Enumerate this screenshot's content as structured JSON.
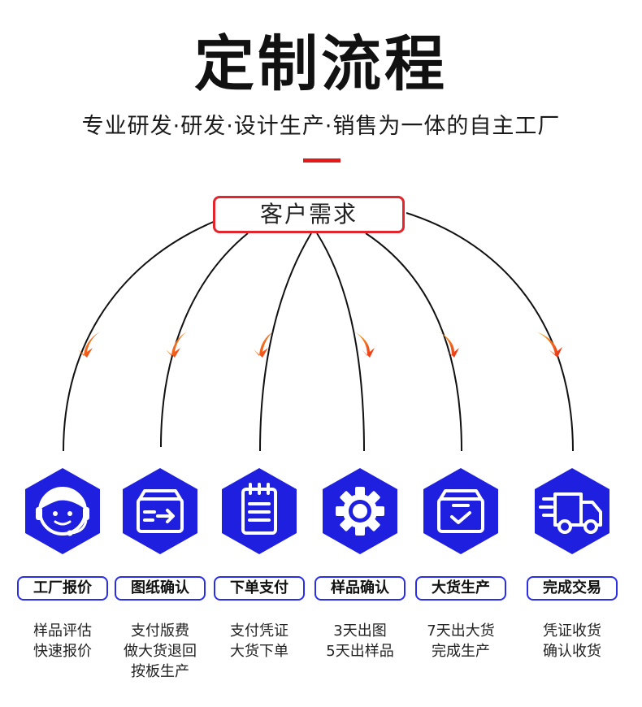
{
  "title": "定制流程",
  "subtitle": "专业研发·研发·设计生产·销售为一体的自主工厂",
  "center_node": "客户需求",
  "colors": {
    "accent_red": "#e11b1b",
    "hex_blue": "#1f1fe0",
    "label_border": "#2a2ee8",
    "arrow_orange": "#f05a1a"
  },
  "steps": [
    {
      "label": "工厂报价",
      "icon": "customer-service-icon",
      "lines": [
        "样品评估",
        "快速报价"
      ]
    },
    {
      "label": "图纸确认",
      "icon": "box-transfer-icon",
      "lines": [
        "支付版费",
        "做大货退回",
        "按板生产"
      ]
    },
    {
      "label": "下单支付",
      "icon": "notepad-icon",
      "lines": [
        "支付凭证",
        "大货下单"
      ]
    },
    {
      "label": "样品确认",
      "icon": "gear-icon",
      "lines": [
        "3天出图",
        "5天出样品"
      ]
    },
    {
      "label": "大货生产",
      "icon": "box-check-icon",
      "lines": [
        "7天出大货",
        "完成生产"
      ]
    },
    {
      "label": "完成交易",
      "icon": "delivery-truck-icon",
      "lines": [
        "凭证收货",
        "确认收货"
      ]
    }
  ]
}
